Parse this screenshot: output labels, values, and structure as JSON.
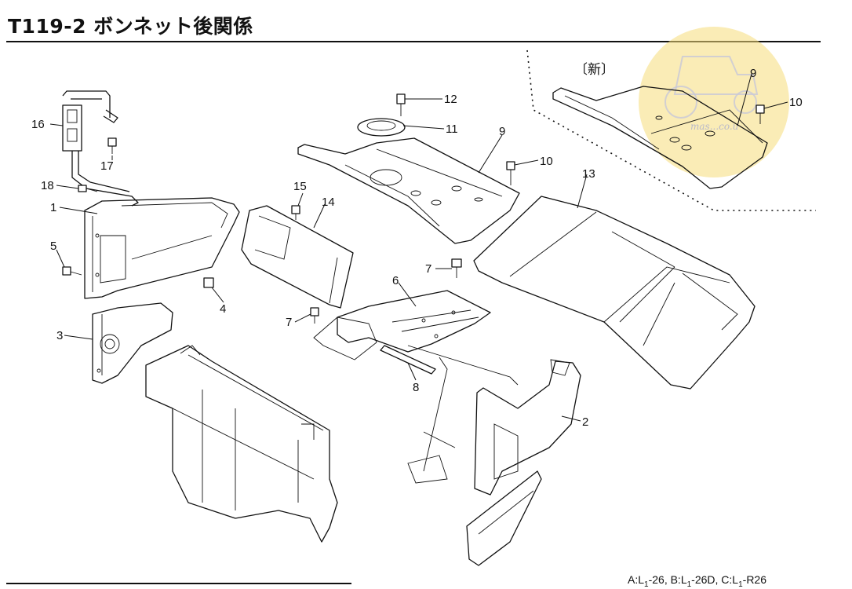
{
  "header": {
    "title": "T119-2 ボンネット後関係"
  },
  "inset": {
    "label": "〔新〕"
  },
  "watermark": {
    "text": "mas...co.u",
    "color": "#f5dc7a"
  },
  "callouts": {
    "c1": "1",
    "c2": "2",
    "c3": "3",
    "c4": "4",
    "c5": "5",
    "c6": "6",
    "c7a": "7",
    "c7b": "7",
    "c8": "8",
    "c9a": "9",
    "c9b": "9",
    "c10a": "10",
    "c10b": "10",
    "c11": "11",
    "c12": "12",
    "c13": "13",
    "c14": "14",
    "c15": "15",
    "c16": "16",
    "c17": "17",
    "c18": "18"
  },
  "legend": {
    "a_prefix": "A:L",
    "a_sub": "1",
    "a_suffix": "-26,",
    "b_prefix": "B:L",
    "b_sub": "1",
    "b_suffix": "-26D,",
    "c_prefix": "C:L",
    "c_sub": "1",
    "c_suffix": "-R26"
  }
}
